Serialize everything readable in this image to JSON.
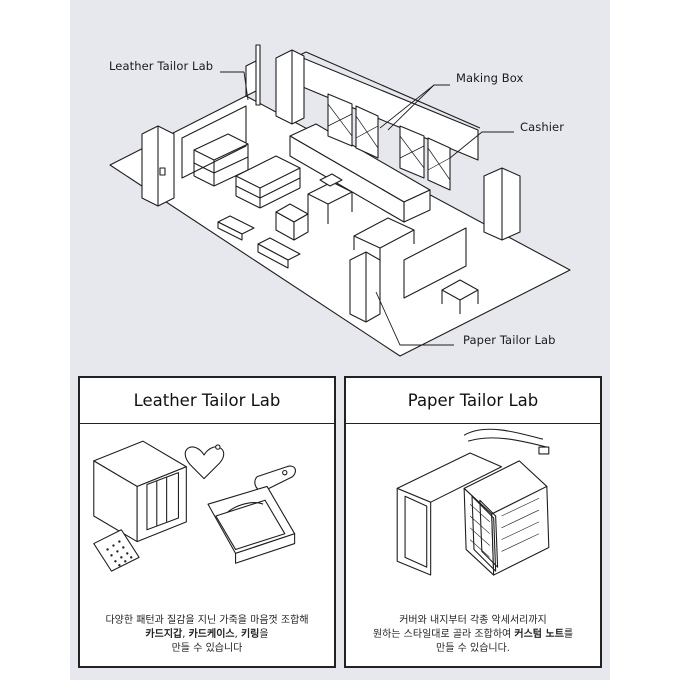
{
  "floorplan": {
    "labels": {
      "leather_tailor_lab": "Leather Tailor Lab",
      "making_box": "Making Box",
      "cashier": "Cashier",
      "paper_tailor_lab": "Paper Tailor Lab"
    }
  },
  "cards": [
    {
      "title": "Leather Tailor Lab",
      "desc_line1": "다양한 패턴과 질감을 지닌 가죽을 마음껏 조합해",
      "desc_line2_b1": "카드지갑",
      "desc_line2_s1": ", ",
      "desc_line2_b2": "카드케이스",
      "desc_line2_s2": ", ",
      "desc_line2_b3": "키링",
      "desc_line2_s3": "을",
      "desc_line3": "만들 수 있습니다"
    },
    {
      "title": "Paper Tailor Lab",
      "desc_line1": "커버와 내지부터 각종 악세서리까지",
      "desc_line2_s1": "원하는 스타일대로 골라 조합하여 ",
      "desc_line2_b1": "커스텀 노트",
      "desc_line2_s2": "를",
      "desc_line3": "만들 수 있습니다."
    }
  ],
  "colors": {
    "background": "#e6e8ee",
    "panel": "#ffffff",
    "line": "#222222"
  }
}
